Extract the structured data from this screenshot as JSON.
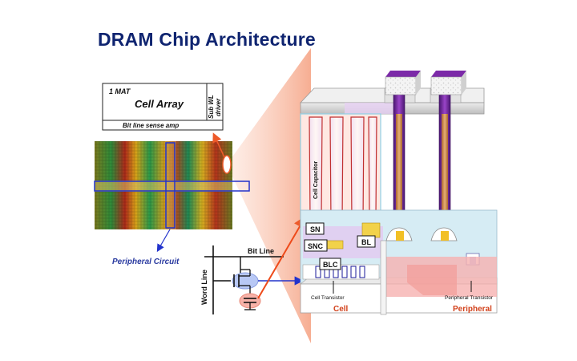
{
  "title": "DRAM Chip Architecture",
  "mat_diagram": {
    "mat_label": "1 MAT",
    "cell_array": "Cell Array",
    "sub_wl_driver_line1": "Sub WL",
    "sub_wl_driver_line2": "driver",
    "sense_amp": "Bit line sense amp"
  },
  "peripheral_circuit_label": "Peripheral Circuit",
  "circuit": {
    "bit_line": "Bit Line",
    "word_line": "Word Line"
  },
  "cross_section": {
    "cell_capacitor": "Cell Capacitor",
    "sn": "SN",
    "snc": "SNC",
    "bl": "BL",
    "blc": "BLC",
    "cell_transistor": "Cell Transistor",
    "peripheral_transistor": "Peripheral Transistor",
    "cell_region": "Cell",
    "peripheral_region": "Peripheral"
  },
  "colors": {
    "title": "#0f2470",
    "region_label": "#d2401a",
    "callout_arrow": "#ee5a2a",
    "highlight_box": "#2233cc",
    "plug_purple": "#7a2aa0",
    "plug_gold": "#e8a814"
  }
}
